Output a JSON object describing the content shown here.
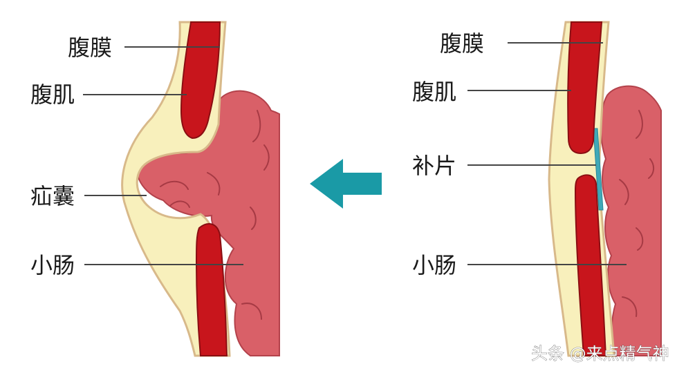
{
  "left_panel": {
    "labels": {
      "peritoneum": "腹膜",
      "abdominal_muscle": "腹肌",
      "hernia_sac": "疝囊",
      "small_intestine": "小肠"
    }
  },
  "right_panel": {
    "labels": {
      "peritoneum": "腹膜",
      "abdominal_muscle": "腹肌",
      "patch": "补片",
      "small_intestine": "小肠"
    }
  },
  "arrow": {
    "direction": "left",
    "color": "#1a9aa6"
  },
  "colors": {
    "muscle": "#c8151c",
    "muscle_edge": "#8a0e12",
    "fat": "#f8f0bc",
    "fat_edge": "#d8b98a",
    "intestine": "#d96068",
    "intestine_edge": "#b3424b",
    "patch": "#3fa9b8"
  },
  "watermark": {
    "text": "头条 @来点精气神"
  }
}
